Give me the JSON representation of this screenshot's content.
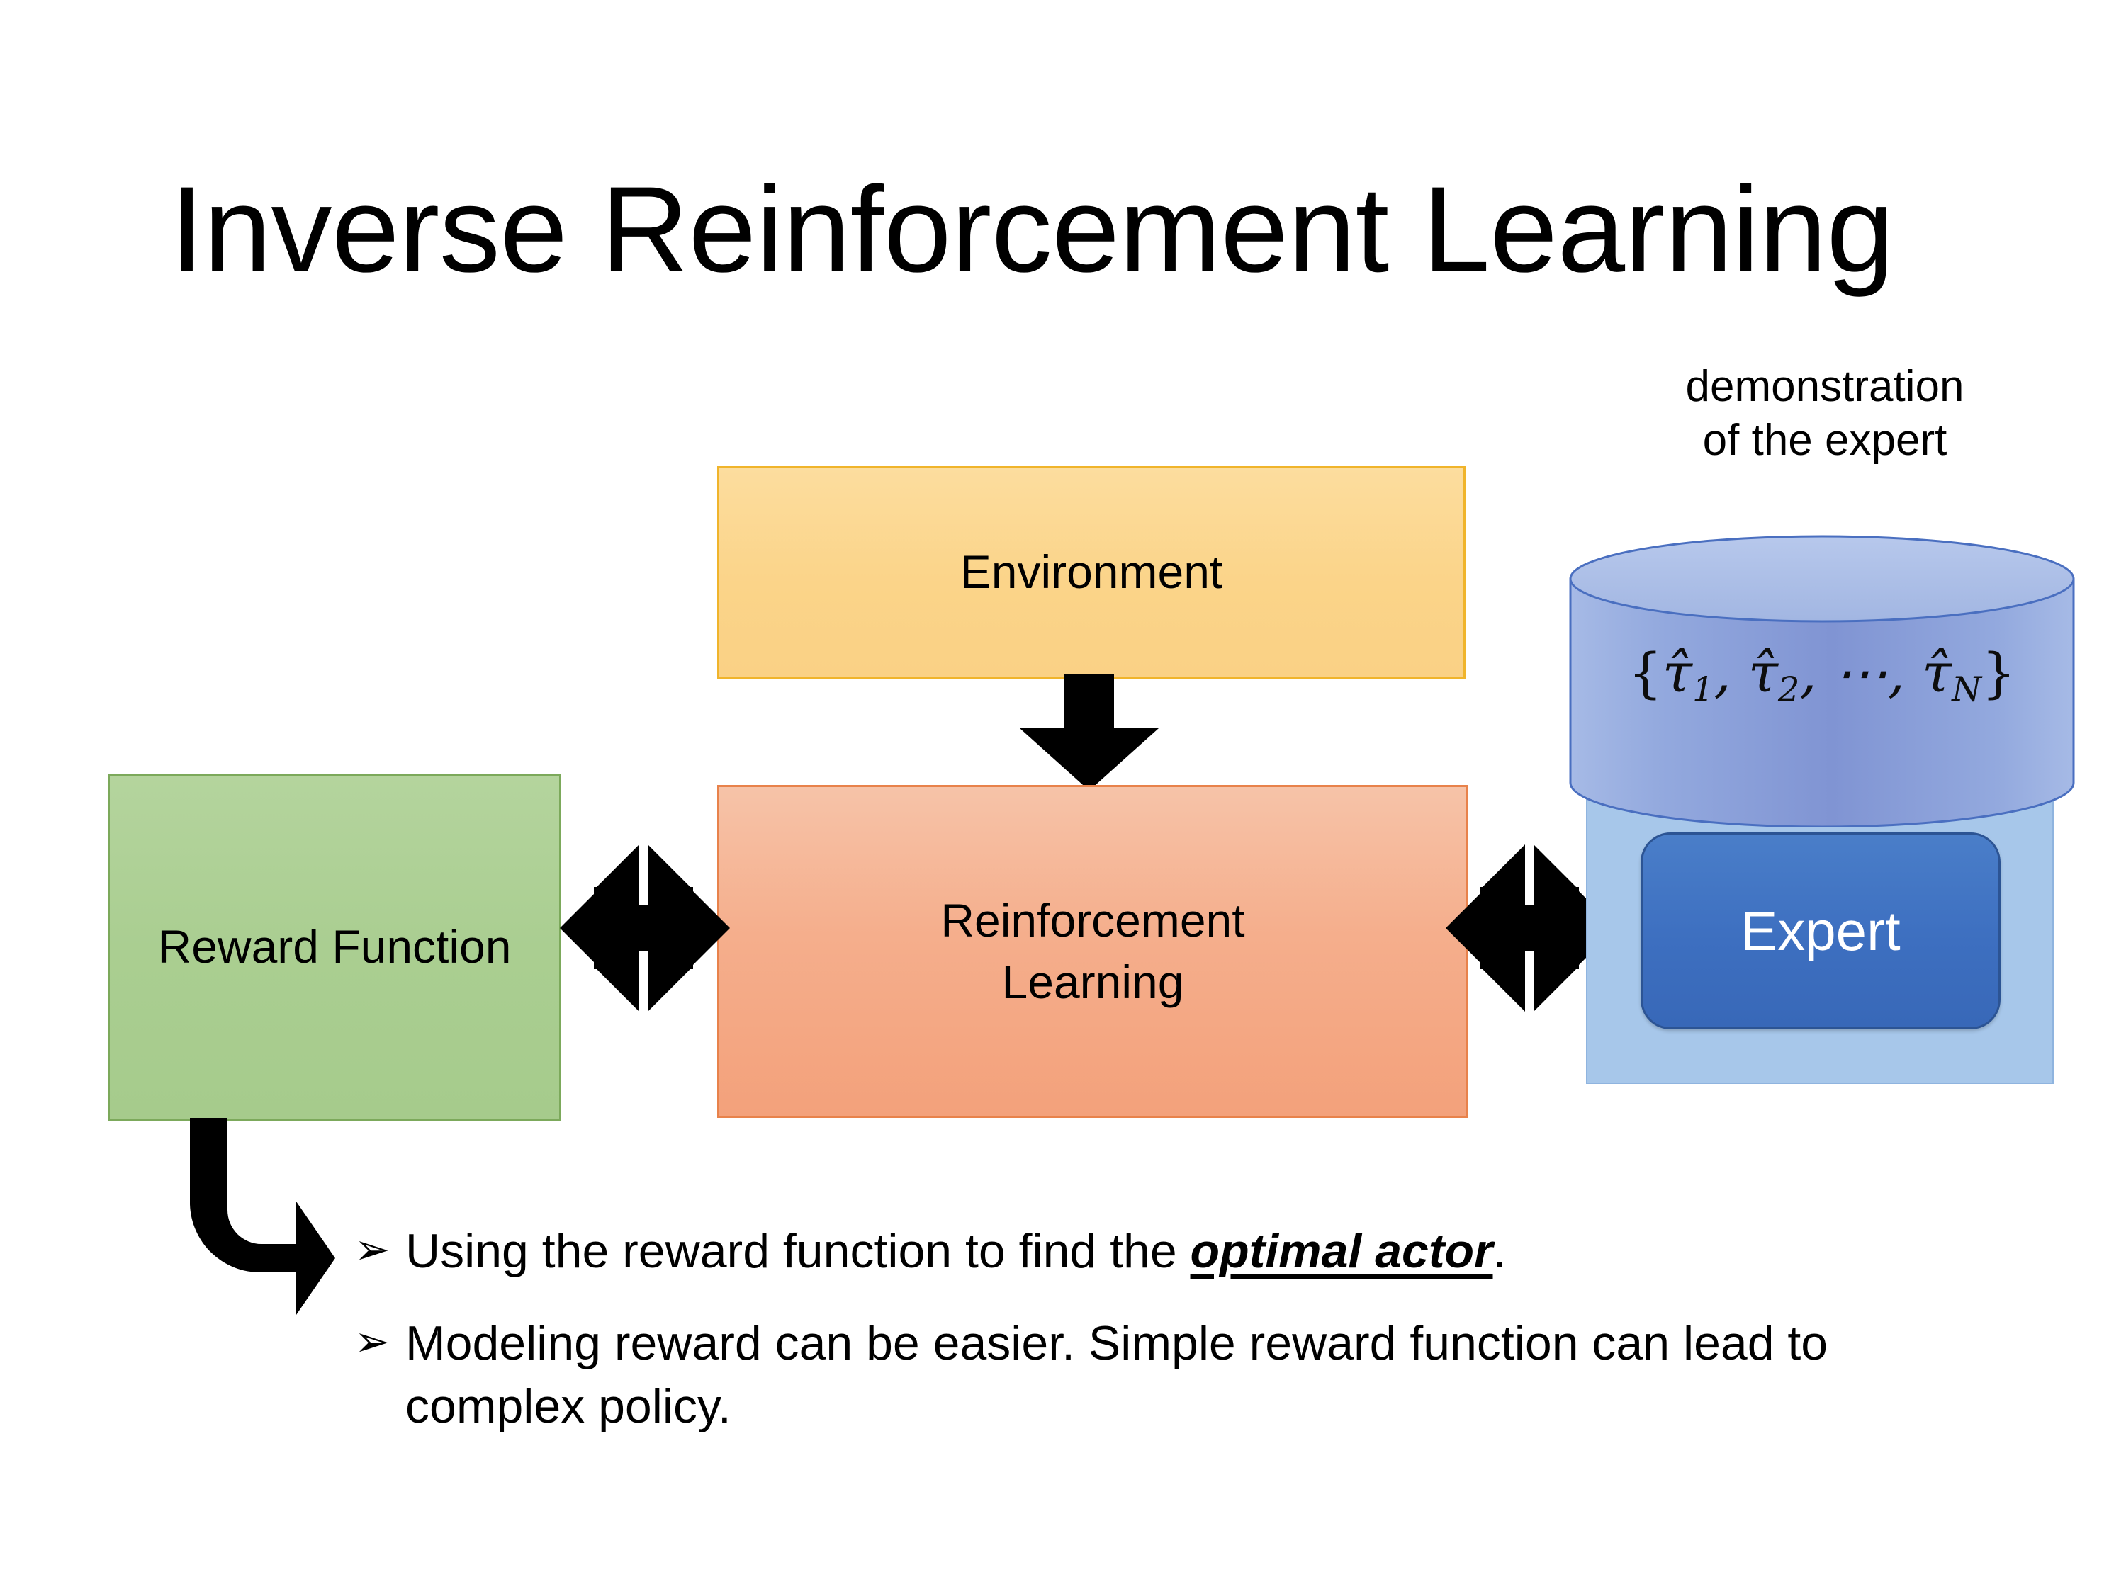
{
  "slide": {
    "title": "Inverse Reinforcement Learning"
  },
  "diagram": {
    "environment_box": {
      "label": "Environment",
      "fill": "#FBD489",
      "border": "#F0B42B"
    },
    "rl_box": {
      "label_line1": "Reinforcement",
      "label_line2": "Learning",
      "fill": "#F5AE8C",
      "border": "#E8824B"
    },
    "reward_box": {
      "label_line1": "Reward",
      "label_line2": "Function",
      "fill": "#AACE91",
      "border": "#7CA95B"
    },
    "expert_panel": {
      "fill": "#A7C7EA",
      "border": "#8FB4DF"
    },
    "expert_button": {
      "label": "Expert",
      "fill": "#3D6FC0",
      "border": "#2C5494",
      "text_color": "#FFFFFF"
    },
    "demo_caption": {
      "line1": "demonstration",
      "line2": "of the expert"
    },
    "cylinder": {
      "fill_top": "#A8BCE6",
      "fill_body": "#8FA6DC",
      "border": "#4A6FC0",
      "formula_open": "{",
      "formula_tau1": "τ̂",
      "formula_sub1": "1",
      "formula_sep1": ", ",
      "formula_tau2": "τ̂",
      "formula_sub2": "2",
      "formula_sep2": ", ⋯, ",
      "formula_tauN": "τ̂",
      "formula_subN": "N",
      "formula_close": "}"
    },
    "arrows": {
      "env_to_rl": "down-arrow",
      "reward_rl_bidirectional": "four-way-arrow",
      "rl_expert_bidirectional": "four-way-arrow",
      "reward_to_bullet": "bent-elbow-arrow",
      "color": "#000000"
    }
  },
  "bullets": {
    "marker": "➢",
    "items": [
      {
        "prefix": "Using the reward function to find the ",
        "emphasis": "optimal actor",
        "suffix": "."
      },
      {
        "prefix": "Modeling reward can be easier. Simple reward function can lead to complex policy.",
        "emphasis": "",
        "suffix": ""
      }
    ]
  }
}
